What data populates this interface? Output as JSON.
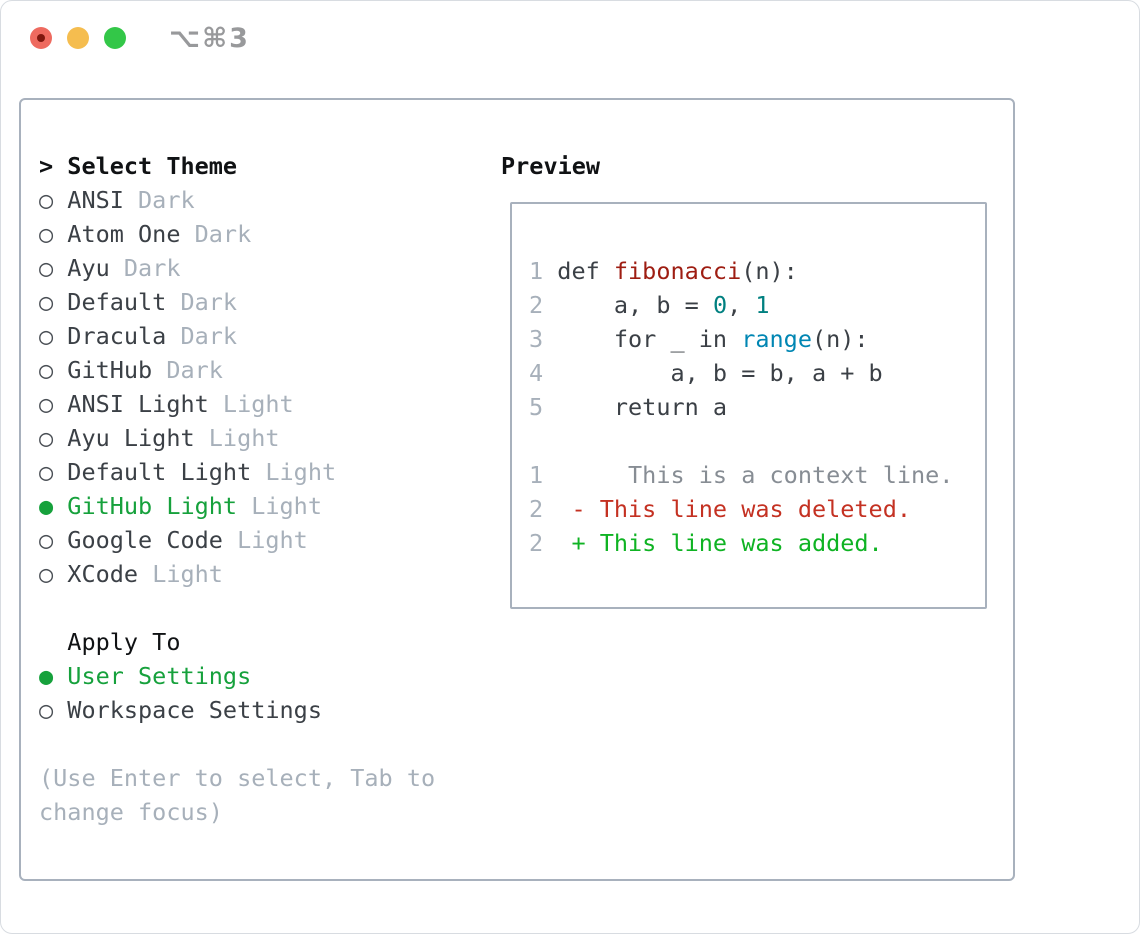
{
  "window": {
    "title": "⌥⌘3",
    "traffic_lights": [
      {
        "name": "close-button",
        "color": "#ee6a5f",
        "dot_color": "#7f170e"
      },
      {
        "name": "minimize-button",
        "color": "#f5bd4f"
      },
      {
        "name": "zoom-button",
        "color": "#33c748"
      }
    ]
  },
  "colors": {
    "selected_green": "#16a13c",
    "added_green": "#0fb323",
    "deleted_red": "#c43122",
    "function_red": "#9e1d12",
    "number_teal": "#008080",
    "builtin_blue": "#0086b3",
    "text": "#3b4046",
    "muted": "#a7b0ba",
    "context_gray": "#878d94",
    "panel_border": "#a8b1bd"
  },
  "sidebar": {
    "header": {
      "prefix": "> ",
      "label": "Select Theme"
    },
    "radio_glyph": "○",
    "radio_selected_glyph": "●",
    "themes": [
      {
        "name": "ANSI",
        "variant": "Dark",
        "selected": false
      },
      {
        "name": "Atom One",
        "variant": "Dark",
        "selected": false
      },
      {
        "name": "Ayu",
        "variant": "Dark",
        "selected": false
      },
      {
        "name": "Default",
        "variant": "Dark",
        "selected": false
      },
      {
        "name": "Dracula",
        "variant": "Dark",
        "selected": false
      },
      {
        "name": "GitHub",
        "variant": "Dark",
        "selected": false
      },
      {
        "name": "ANSI Light",
        "variant": "Light",
        "selected": false
      },
      {
        "name": "Ayu Light",
        "variant": "Light",
        "selected": false
      },
      {
        "name": "Default Light",
        "variant": "Light",
        "selected": false
      },
      {
        "name": "GitHub Light",
        "variant": "Light",
        "selected": true
      },
      {
        "name": "Google Code",
        "variant": "Light",
        "selected": false
      },
      {
        "name": "XCode",
        "variant": "Light",
        "selected": false
      }
    ],
    "apply_to": {
      "label": "Apply To",
      "options": [
        {
          "name": "User Settings",
          "selected": true
        },
        {
          "name": "Workspace Settings",
          "selected": false
        }
      ]
    },
    "hint_lines": [
      "(Use Enter to select, Tab to",
      "change focus)"
    ]
  },
  "preview": {
    "title": "Preview",
    "code_lines": [
      {
        "num": "1",
        "segments": [
          {
            "t": "def ",
            "c": "fg"
          },
          {
            "t": "fibonacci",
            "c": "func"
          },
          {
            "t": "(n):",
            "c": "fg"
          }
        ]
      },
      {
        "num": "2",
        "segments": [
          {
            "t": "    a, b = ",
            "c": "fg"
          },
          {
            "t": "0",
            "c": "num"
          },
          {
            "t": ", ",
            "c": "fg"
          },
          {
            "t": "1",
            "c": "num"
          }
        ]
      },
      {
        "num": "3",
        "segments": [
          {
            "t": "    for _ in ",
            "c": "fg"
          },
          {
            "t": "range",
            "c": "builtin"
          },
          {
            "t": "(n):",
            "c": "fg"
          }
        ]
      },
      {
        "num": "4",
        "segments": [
          {
            "t": "        a, b = b, a + b",
            "c": "fg"
          }
        ]
      },
      {
        "num": "5",
        "segments": [
          {
            "t": "    return a",
            "c": "fg"
          }
        ]
      },
      {
        "num": "",
        "segments": []
      },
      {
        "num": "1",
        "segments": [
          {
            "t": "     This is a context line.",
            "c": "context"
          }
        ]
      },
      {
        "num": "2",
        "segments": [
          {
            "t": " - This line was deleted.",
            "c": "deleted"
          }
        ]
      },
      {
        "num": "2",
        "segments": [
          {
            "t": " + This line was added.",
            "c": "added"
          }
        ]
      }
    ]
  }
}
